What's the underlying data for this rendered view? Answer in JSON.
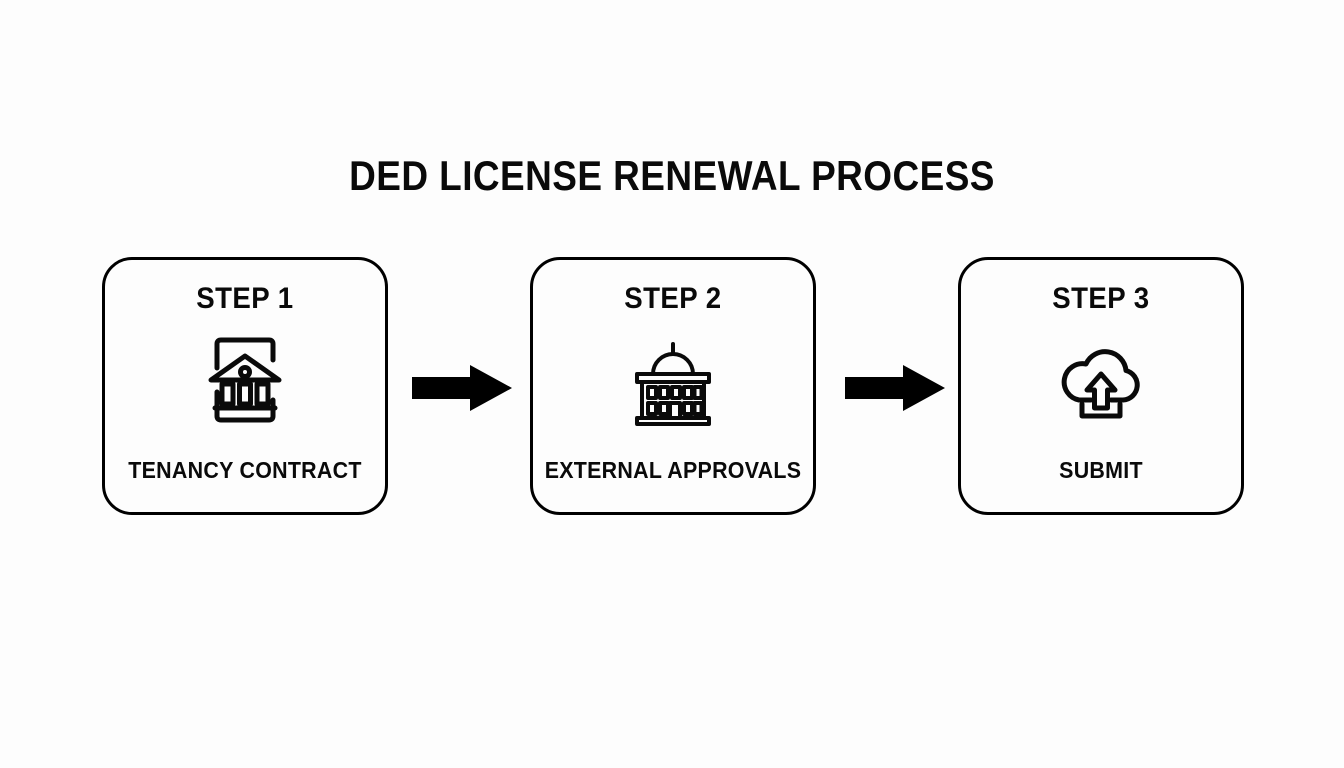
{
  "page": {
    "title": "DED LICENSE RENEWAL PROCESS",
    "background_color": "#fdfdfd",
    "ink_color": "#0a0a0a"
  },
  "flow": {
    "steps": [
      {
        "heading": "STEP 1",
        "label": "TENANCY CONTRACT",
        "icon": "bank-document-icon"
      },
      {
        "heading": "STEP 2",
        "label": "EXTERNAL APPROVALS",
        "icon": "government-building-icon"
      },
      {
        "heading": "STEP 3",
        "label": "SUBMIT",
        "icon": "cloud-upload-icon"
      }
    ],
    "connectors": [
      {
        "icon": "arrow-right-icon"
      },
      {
        "icon": "arrow-right-icon"
      }
    ]
  }
}
